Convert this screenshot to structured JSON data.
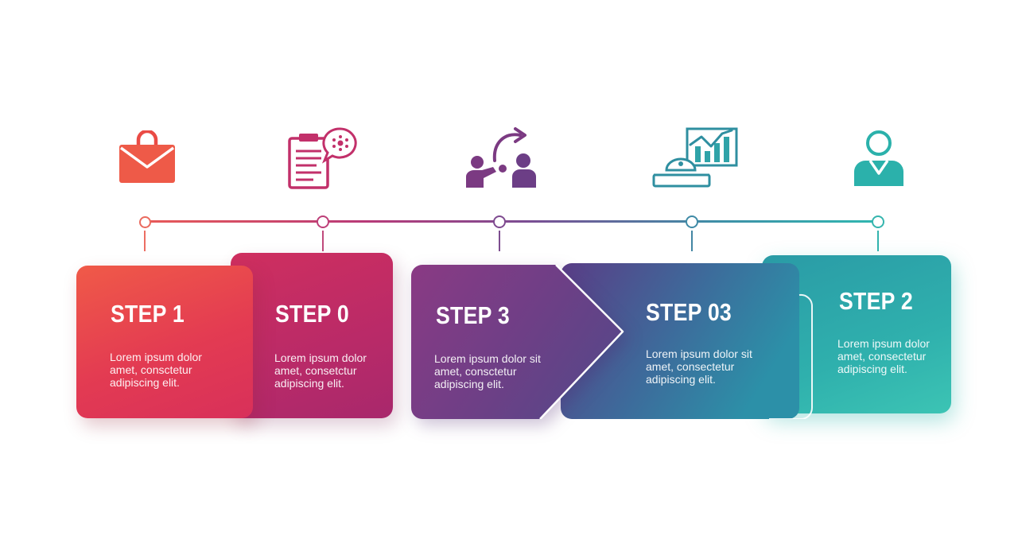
{
  "steps": [
    {
      "title": "STEP 1",
      "desc": [
        "Lorem ipsum dolor",
        "amet, consctetur",
        "adipiscing elit."
      ],
      "icon": "shopping-bag-icon",
      "color": "#ef5348"
    },
    {
      "title": "STEP 0",
      "desc": [
        "Lorem ipsum dolor",
        "amet, consetctur",
        "adipiscing elit."
      ],
      "icon": "clipboard-chat-icon",
      "color": "#b72a66"
    },
    {
      "title": "STEP 3",
      "desc": [
        "Lorem ipsum dolor sit",
        "amet, consctetur",
        "adipiscing elit."
      ],
      "icon": "people-exchange-icon",
      "color": "#7a3a80"
    },
    {
      "title": "STEP 03",
      "desc": [
        "Lorem ipsum dolor sit",
        "amet, consectetur",
        "adipiscing elit."
      ],
      "icon": "chart-presentation-icon",
      "color": "#2f9aa6"
    },
    {
      "title": "STEP 2",
      "desc": [
        "Lorem ipsum dolor",
        "amet, consectetur",
        "adipiscing elit."
      ],
      "icon": "user-icon",
      "color": "#2ab3ac"
    }
  ]
}
